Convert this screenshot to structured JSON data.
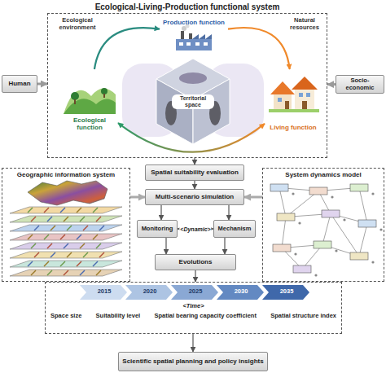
{
  "diagram": {
    "nodes": [
      {
        "text": [
          "Ecological-Living-Production functional system"
        ]
      },
      {
        "text": [
          "Production function"
        ],
        "in": 0
      },
      {
        "text": [
          "Ecological function"
        ],
        "in": 0
      },
      {
        "text": [
          "Living function"
        ],
        "in": 0
      },
      {
        "text": [
          "Territorial space"
        ],
        "in": 0
      },
      {
        "text": [
          "Human"
        ]
      },
      {
        "text": [
          "Socio-economic"
        ]
      },
      {
        "text": [
          "Spatial suitability evaluation"
        ]
      },
      {
        "text": [
          "Multi-scenario simulation"
        ]
      },
      {
        "text": [
          "Monitoring"
        ]
      },
      {
        "text": [
          "Mechanism"
        ]
      },
      {
        "text": [
          "Evolutions"
        ]
      },
      {
        "text": [
          "Geographic information system"
        ]
      },
      {
        "text": [
          "System dynamics model"
        ]
      },
      {
        "text": [
          "<Time>",
          "Space size",
          "Suitability level",
          "Spatial bearing capacity coefficient",
          "Spatial structure index"
        ]
      },
      {
        "text": [
          "Scientific spatial planning and policy insights"
        ]
      }
    ],
    "edges": [
      {
        "from": 2,
        "to": 1,
        "arrow": "to"
      },
      {
        "from": 1,
        "to": 3,
        "arrow": "to"
      },
      {
        "from": 2,
        "to": 3,
        "arrow": "both"
      },
      {
        "from": 5,
        "to": 0,
        "arrow": "to"
      },
      {
        "from": 6,
        "to": 0,
        "arrow": "to"
      },
      {
        "from": 0,
        "to": 7,
        "arrow": "to"
      },
      {
        "from": 7,
        "to": 8,
        "arrow": "to"
      },
      {
        "from": 8,
        "to": 9,
        "arrow": "to"
      },
      {
        "from": 8,
        "to": 10,
        "arrow": "to"
      },
      {
        "from": 9,
        "to": 10,
        "label": "<Dynamic>",
        "arrow": "both"
      },
      {
        "from": 9,
        "to": 11,
        "arrow": "to"
      },
      {
        "from": 10,
        "to": 11,
        "arrow": "to"
      },
      {
        "from": 12,
        "to": 8,
        "arrow": "to"
      },
      {
        "from": 13,
        "to": 8,
        "arrow": "to"
      },
      {
        "from": 11,
        "to": 14,
        "arrow": "to"
      },
      {
        "from": 14,
        "to": 15,
        "arrow": "to"
      }
    ],
    "labels": [
      "Ecological environment",
      "Natural resources",
      "2015",
      "2020",
      "2025",
      "2030",
      "2035"
    ]
  }
}
